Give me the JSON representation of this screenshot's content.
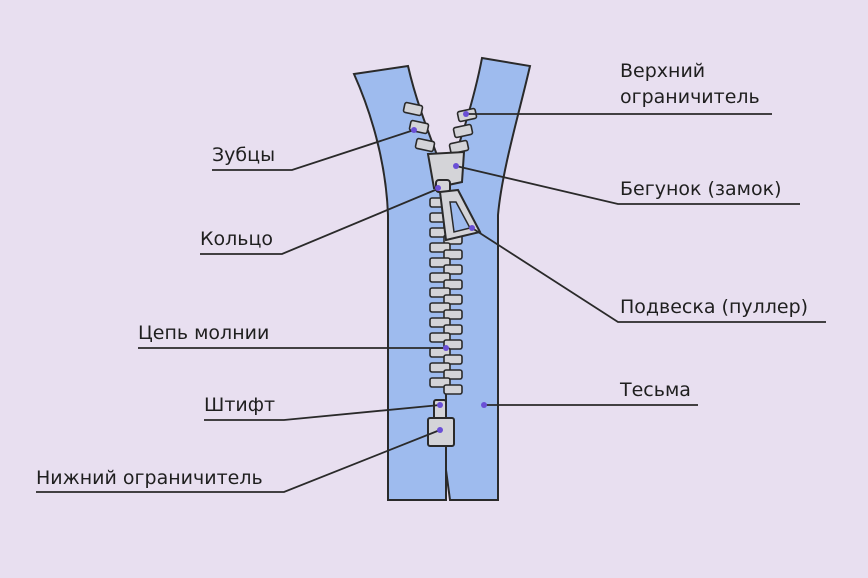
{
  "labels": {
    "teeth": "Зубцы",
    "ring": "Кольцо",
    "chain": "Цепь молнии",
    "pin": "Штифт",
    "bottom_stop": "Нижний ограничитель",
    "top_stop_1": "Верхний",
    "top_stop_2": "ограничитель",
    "slider": "Бегунок (замок)",
    "puller": "Подвеска (пуллер)",
    "tape": "Тесьма"
  },
  "colors": {
    "background": "#e8dff0",
    "tape": "#9ebbee",
    "metal": "#d4d4d8",
    "outline": "#2a2a2a",
    "marker": "#6a4fd6"
  }
}
